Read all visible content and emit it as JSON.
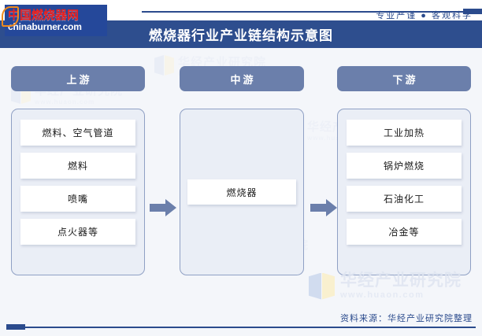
{
  "header": {
    "logo_cn": "中国燃烧器网",
    "logo_en": "chinaburner.com",
    "tagline": "专业严谨 ● 客观科学"
  },
  "title": "燃烧器行业产业链结构示意图",
  "columns": [
    {
      "key": "upstream",
      "header": "上游",
      "items": [
        "燃料、空气管道",
        "燃料",
        "喷嘴",
        "点火器等"
      ]
    },
    {
      "key": "midstream",
      "header": "中游",
      "items": [
        "燃烧器"
      ]
    },
    {
      "key": "downstream",
      "header": "下游",
      "items": [
        "工业加热",
        "锅炉燃烧",
        "石油化工",
        "冶金等"
      ]
    }
  ],
  "arrows": [
    {
      "name": "arrow-upstream-to-midstream",
      "direction": "right"
    },
    {
      "name": "arrow-midstream-to-downstream",
      "direction": "right"
    }
  ],
  "watermark": {
    "text": "华经产业研究院",
    "url": "www.huaon.com"
  },
  "footer": {
    "source": "资料来源：华经产业研究院整理"
  },
  "colors": {
    "title_band": "#2e4e8e",
    "column_header": "#6b7fab",
    "column_body": "#eaeef6",
    "column_border": "#8fa0c4",
    "arrow": "#6b7fab",
    "rule": "#2b4b8d",
    "logo_bg": "#25489a",
    "logo_cn_text": "#e8201f"
  }
}
